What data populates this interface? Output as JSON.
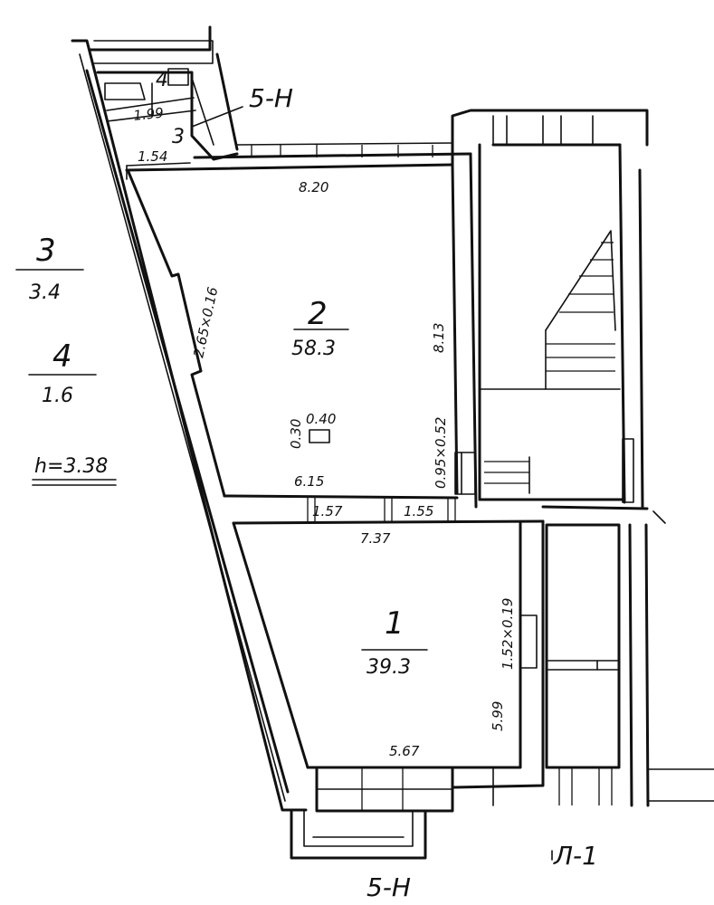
{
  "axis_labels": {
    "top": "5-Н",
    "bottom": "5-Н",
    "right": "Л-1"
  },
  "rooms": [
    {
      "number": "1",
      "area": "39.3"
    },
    {
      "number": "2",
      "area": "58.3"
    },
    {
      "number": "3",
      "area": ""
    },
    {
      "number": "4",
      "area": ""
    }
  ],
  "legend": {
    "room3_number": "3",
    "room3_area": "3.4",
    "room4_number": "4",
    "room4_area": "1.6",
    "height": "h=3.38"
  },
  "dimensions": {
    "room2_top": "8.20",
    "room2_right": "8.13",
    "room2_bottom": "6.15",
    "room2_left_niche": "2.65×0.16",
    "room2_pipe_size": "0.40",
    "room2_pipe_size2": "0.30",
    "room2_column": "0.95×0.52",
    "opening_left": "1.57",
    "opening_right": "1.55",
    "room1_top": "7.37",
    "room1_right": "5.99",
    "room1_niche": "1.52×0.19",
    "room1_bottom": "5.67",
    "room3_width": "1.99",
    "room3_bottom": "1.54"
  }
}
